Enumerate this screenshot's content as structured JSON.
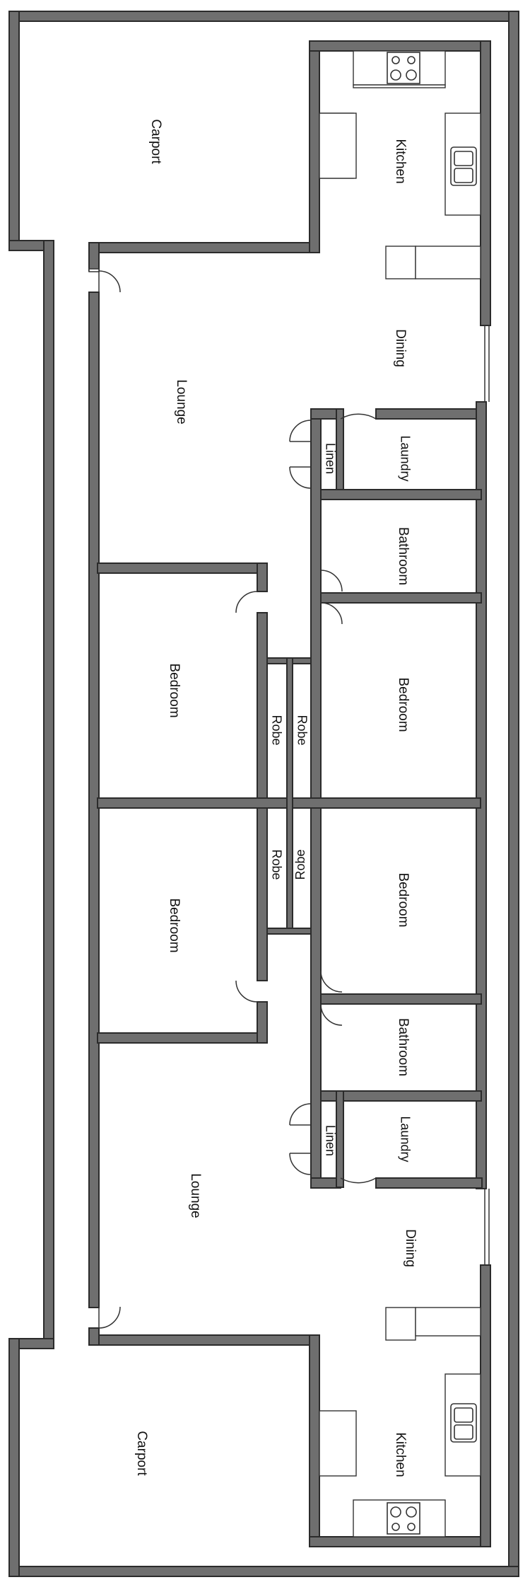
{
  "plan": {
    "unit_a": {
      "carport": "Carport",
      "kitchen": "Kitchen",
      "dining": "Dining",
      "lounge": "Lounge",
      "linen": "Linen",
      "laundry": "Laundry",
      "bathroom": "Bathroom",
      "bedroom_left": "Bedroom",
      "bedroom_right": "Bedroom",
      "robe_left": "Robe",
      "robe_right": "Robe"
    },
    "unit_b": {
      "robe_left": "Robe",
      "robe_right": "Robe",
      "bedroom_left": "Bedroom",
      "bedroom_right": "Bedroom",
      "bathroom": "Bathroom",
      "linen": "Linen",
      "laundry": "Laundry",
      "lounge": "Lounge",
      "dining": "Dining",
      "carport": "Carport",
      "kitchen": "Kitchen"
    }
  },
  "colors": {
    "wall_fill": "#6f6f6f",
    "wall_outline": "#2b2b2b",
    "background": "#ffffff"
  }
}
